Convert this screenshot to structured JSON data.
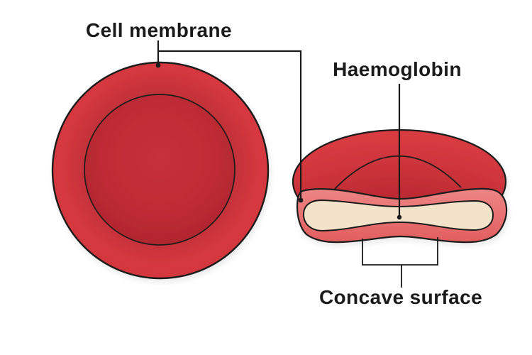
{
  "diagram": {
    "labels": {
      "cell_membrane": "Cell membrane",
      "haemoglobin": "Haemoglobin",
      "concave_surface": "Concave surface"
    },
    "colors": {
      "outline": "#1a1a1a",
      "ring_edge_red": "#d73940",
      "ring_deep_red": "#bb2a32",
      "inner_disc_red": "#c5303a",
      "inner_disc_edge": "#ad252d",
      "dome_bright_red": "#d83a41",
      "dome_shadow_red": "#ae252d",
      "rim_pink_light": "#ee8585",
      "rim_pink_dark": "#e25e5f",
      "haemoglobin_cream": "#f3e3ca",
      "background": "#ffffff"
    }
  }
}
